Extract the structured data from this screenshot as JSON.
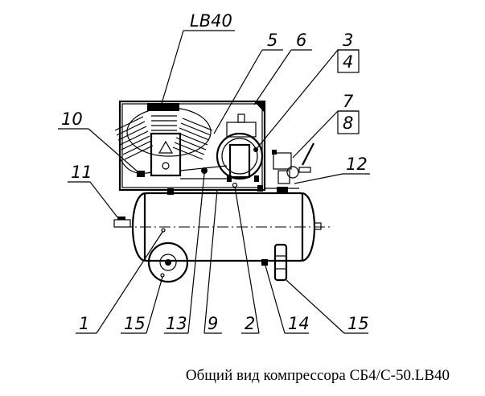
{
  "callouts": [
    {
      "id": "lb40",
      "label": "LB40"
    },
    {
      "id": "c5",
      "label": "5"
    },
    {
      "id": "c6",
      "label": "6"
    },
    {
      "id": "c3",
      "label": "3"
    },
    {
      "id": "c4",
      "label": "4"
    },
    {
      "id": "c7",
      "label": "7"
    },
    {
      "id": "c8",
      "label": "8"
    },
    {
      "id": "c10",
      "label": "10"
    },
    {
      "id": "c11",
      "label": "11"
    },
    {
      "id": "c12",
      "label": "12"
    },
    {
      "id": "c1",
      "label": "1"
    },
    {
      "id": "c15a",
      "label": "15"
    },
    {
      "id": "c13",
      "label": "13"
    },
    {
      "id": "c9",
      "label": "9"
    },
    {
      "id": "c2",
      "label": "2"
    },
    {
      "id": "c14",
      "label": "14"
    },
    {
      "id": "c15b",
      "label": "15"
    }
  ],
  "caption": "Общий вид компрессора СБ4/С-50.LB40"
}
